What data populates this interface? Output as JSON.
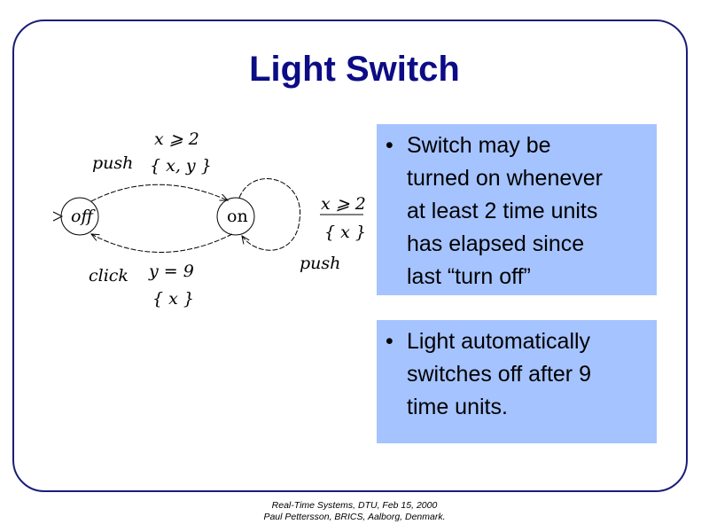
{
  "slide": {
    "title": "Light Switch"
  },
  "diagram": {
    "states": [
      {
        "label": "off"
      },
      {
        "label": "on"
      }
    ],
    "edge_push_top": {
      "action": "push",
      "guard": "x ⩾ 2",
      "reset": "{ x, y }"
    },
    "edge_click": {
      "action": "click",
      "guard": "y = 9",
      "reset": "{ x }"
    },
    "edge_push_loop": {
      "action": "push",
      "guard": "x ⩾ 2",
      "reset": "{ x }"
    }
  },
  "bullets": [
    {
      "marker": "•",
      "lines": [
        "Switch may be",
        "turned on whenever",
        "at least 2 time units",
        "has elapsed since",
        "last “turn off”"
      ]
    },
    {
      "marker": "•",
      "lines": [
        "Light automatically",
        "switches off after 9",
        "time units."
      ]
    }
  ],
  "footer": {
    "line1": "Real-Time Systems, DTU, Feb 15, 2000",
    "line2": "Paul Pettersson, BRICS, Aalborg, Denmark."
  },
  "colors": {
    "title": "#0c0c86",
    "box": "#a5c3ff",
    "frame": "#1c1c7a"
  }
}
